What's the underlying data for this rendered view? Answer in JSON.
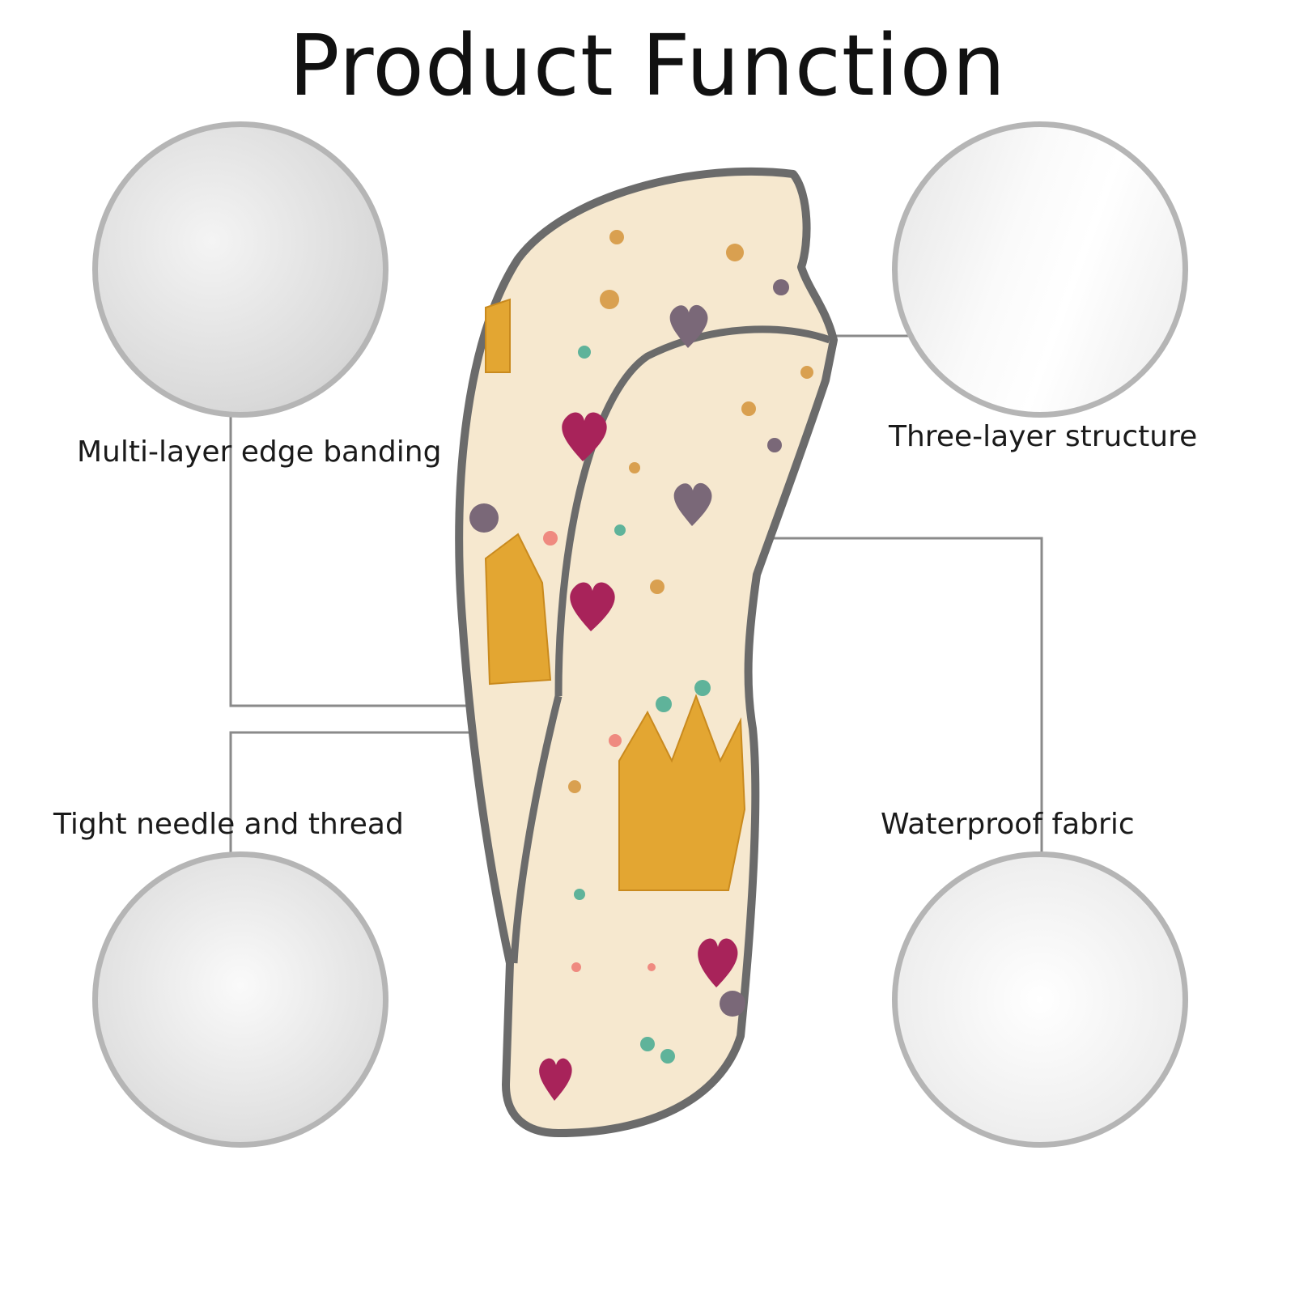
{
  "title": "Product Function",
  "features": [
    {
      "label": "Multi-layer edge banding"
    },
    {
      "label": "Three-layer structure"
    },
    {
      "label": "Tight needle and thread"
    },
    {
      "label": "Waterproof fabric"
    }
  ],
  "colors": {
    "fabric": "#f6e8cf",
    "trim": "#6b6b6b",
    "circle_border": "#b5b5b5",
    "crown": "#e3a632",
    "heart": "#a8235a"
  }
}
